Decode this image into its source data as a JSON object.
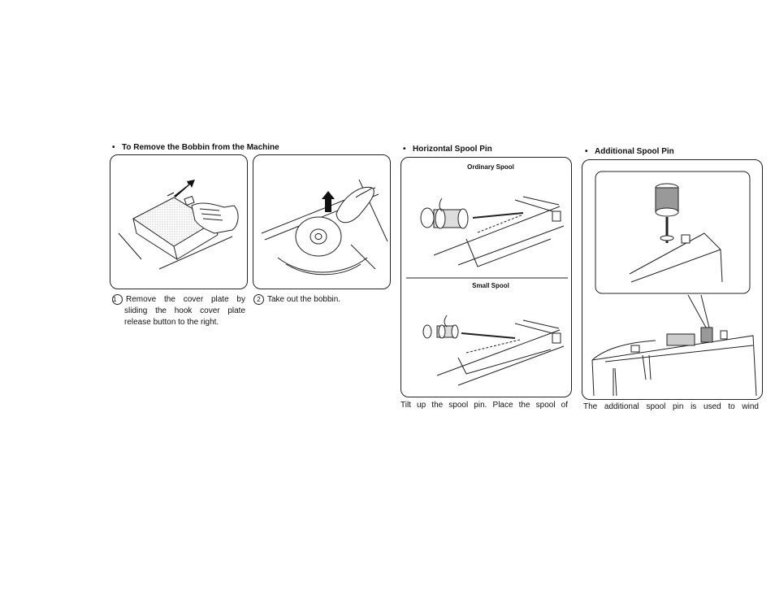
{
  "bobbin": {
    "heading": "To Remove the Bobbin from the Machine",
    "step1": {
      "number": "1",
      "line1": "Remove the cover plate by",
      "line2": "sliding the hook cover plate",
      "line3": "release button to the right."
    },
    "step2": {
      "number": "2",
      "text": "Take out the bobbin."
    }
  },
  "horizontal": {
    "heading": "Horizontal Spool Pin",
    "label_ordinary": "Ordinary Spool",
    "label_small": "Small Spool",
    "text": "Tilt up the spool pin.  Place the spool of"
  },
  "additional": {
    "heading": "Additional Spool Pin",
    "text": "The additional spool pin is used to wind"
  },
  "bullet": "•"
}
